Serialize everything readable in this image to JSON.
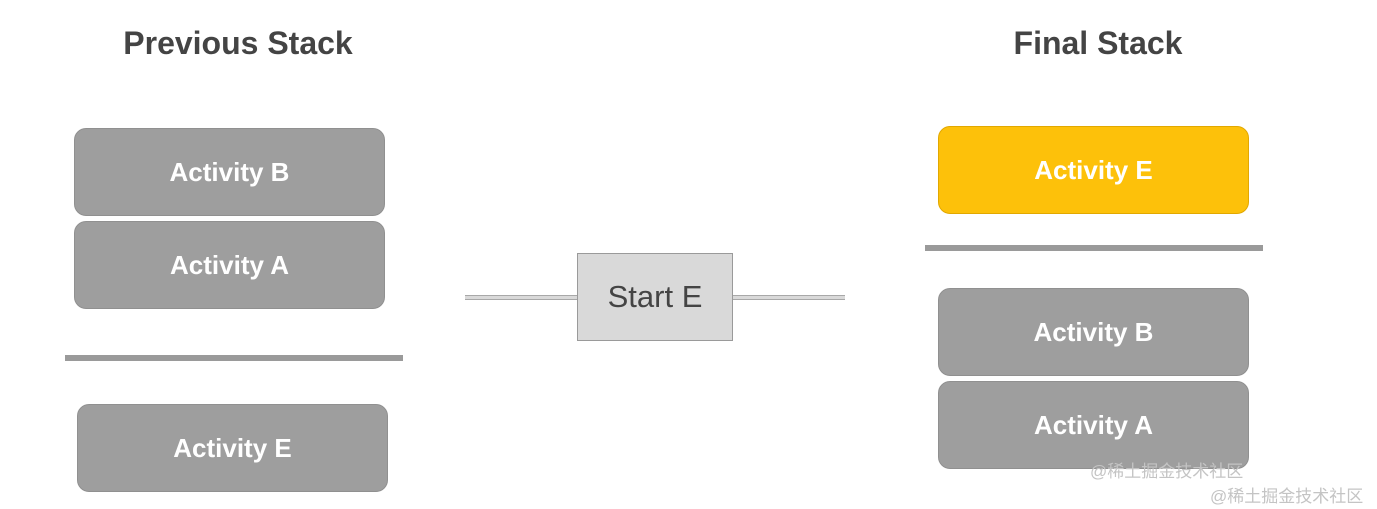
{
  "previous_stack": {
    "title": "Previous Stack",
    "items": [
      "Activity B",
      "Activity A"
    ],
    "below_divider": "Activity E"
  },
  "action": {
    "label": "Start E"
  },
  "final_stack": {
    "title": "Final Stack",
    "highlighted": "Activity E",
    "items": [
      "Activity B",
      "Activity A"
    ]
  },
  "watermarks": [
    "@稀土掘金技术社区",
    "@稀土掘金技术社区"
  ],
  "colors": {
    "activity_box": "#9e9e9e",
    "highlight_box": "#fdc10a",
    "divider": "#9a9a9a",
    "action_box": "#d9d9d9",
    "heading_text": "#444444"
  }
}
